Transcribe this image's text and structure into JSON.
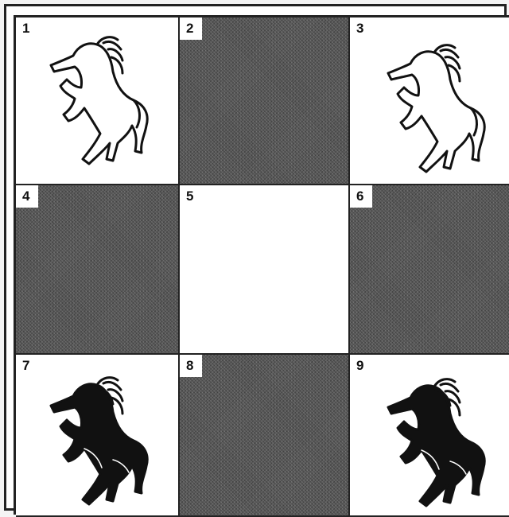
{
  "squares": [
    {
      "label": "1",
      "shade": "light",
      "horse": "white-horse-icon"
    },
    {
      "label": "2",
      "shade": "dark",
      "horse": ""
    },
    {
      "label": "3",
      "shade": "light",
      "horse": "white-horse-icon"
    },
    {
      "label": "4",
      "shade": "dark",
      "horse": ""
    },
    {
      "label": "5",
      "shade": "light",
      "horse": ""
    },
    {
      "label": "6",
      "shade": "dark",
      "horse": ""
    },
    {
      "label": "7",
      "shade": "light",
      "horse": "black-horse-icon"
    },
    {
      "label": "8",
      "shade": "dark",
      "horse": ""
    },
    {
      "label": "9",
      "shade": "light",
      "horse": "black-horse-icon"
    }
  ],
  "colors": {
    "dark_square": "#555555",
    "light_square": "#ffffff",
    "white_horse_fill": "#ffffff",
    "black_horse_fill": "#111111",
    "line": "#222222"
  }
}
